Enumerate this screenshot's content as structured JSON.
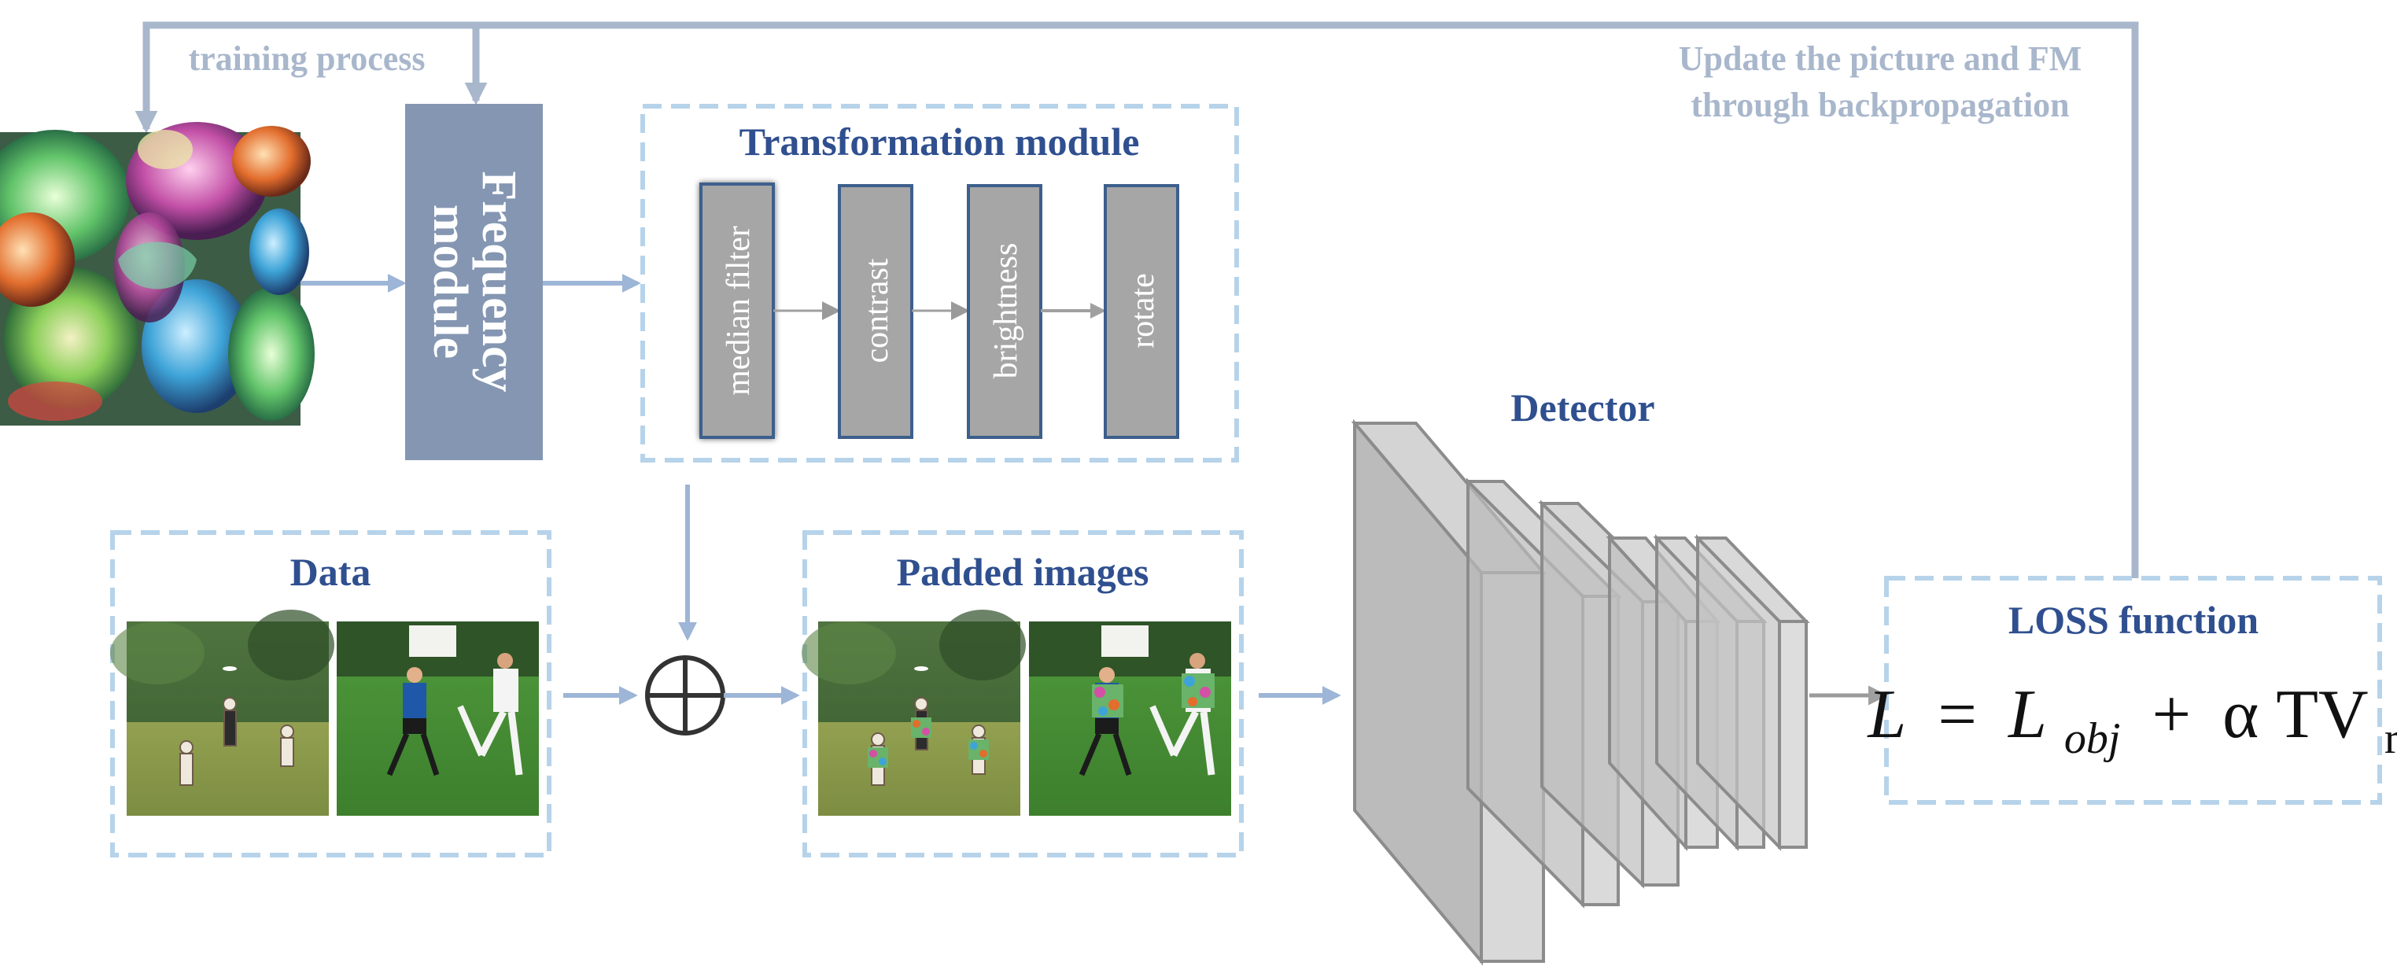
{
  "labels": {
    "training_process": "training process",
    "update_line1": "Update the picture and FM",
    "update_line2": "through backpropagation",
    "frequency_line1": "Frequency",
    "frequency_line2": "module",
    "transformation_title": "Transformation module",
    "data_title": "Data",
    "padded_title": "Padded images",
    "detector_title": "Detector",
    "loss_title": "LOSS function",
    "oplus": "⊕"
  },
  "transformations": [
    {
      "label": "median filter"
    },
    {
      "label": "contrast"
    },
    {
      "label": "brightness"
    },
    {
      "label": "rotate"
    }
  ],
  "loss_formula": {
    "L": "L",
    "eq": "=",
    "Lobj_base": "L",
    "Lobj_sub": "obj",
    "plus": "+",
    "alpha": "α",
    "tv": "TV",
    "tv_sub": "r"
  },
  "colors": {
    "title_blue": "#2f4f8f",
    "light_arrow": "#9db5d6",
    "frame_arrow": "#a9b7cc",
    "dash_border": "#b6d3ea",
    "freq_box": "#8496b2",
    "transform_fill": "#a6a6a6",
    "transform_border": "#3d5f8c"
  }
}
